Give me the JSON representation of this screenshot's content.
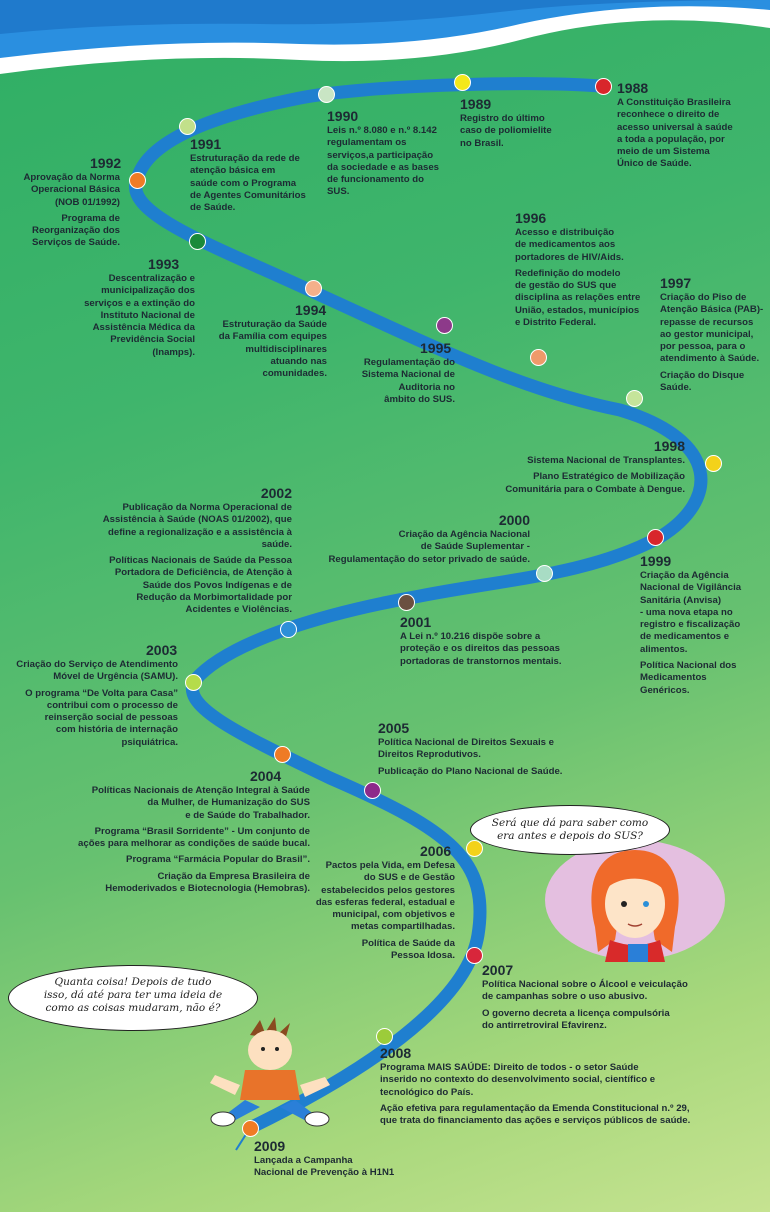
{
  "colors": {
    "track": "#1f7fcf",
    "sky": "#2a8fe0",
    "header": "#ffffff"
  },
  "events": [
    {
      "id": "1988",
      "year": "1988",
      "lines": [
        "A Constituição Brasileira\nreconhece o direito de\nacesso universal à saúde\na toda a população, por\nmeio de um Sistema\nÚnico de Saúde."
      ]
    },
    {
      "id": "1989",
      "year": "1989",
      "lines": [
        "Registro do último\ncaso de poliomielite\nno Brasil."
      ]
    },
    {
      "id": "1990",
      "year": "1990",
      "lines": [
        "Leis n.º 8.080 e n.º 8.142\nregulamentam os\nserviços,a participação\nda sociedade e as bases\nde funcionamento do\nSUS."
      ]
    },
    {
      "id": "1991",
      "year": "1991",
      "lines": [
        "Estruturação da rede de\natenção básica em\nsaúde com o Programa\nde Agentes Comunitários\nde Saúde."
      ]
    },
    {
      "id": "1992",
      "year": "1992",
      "lines": [
        "Aprovação da Norma\nOperacional Básica\n(NOB 01/1992)",
        "Programa de\nReorganização dos\nServiços de Saúde."
      ]
    },
    {
      "id": "1993",
      "year": "1993",
      "lines": [
        "Descentralização e\nmunicipalização dos\nserviços e a extinção do\nInstituto Nacional de\nAssistência Médica da\nPrevidência Social\n(Inamps)."
      ]
    },
    {
      "id": "1994",
      "year": "1994",
      "lines": [
        "Estruturação da Saúde\nda Família com equipes\nmultidisciplinares\natuando nas\ncomunidades."
      ]
    },
    {
      "id": "1995",
      "year": "1995",
      "lines": [
        "Regulamentação do\nSistema Nacional de\nAuditoria no\nâmbito do SUS."
      ]
    },
    {
      "id": "1996",
      "year": "1996",
      "lines": [
        "Acesso e distribuição\nde medicamentos aos\nportadores de HIV/Aids.",
        "Redefinição do modelo\nde gestão do SUS que\ndisciplina as relações entre\nUnião, estados, municípios\ne Distrito Federal."
      ]
    },
    {
      "id": "1997",
      "year": "1997",
      "lines": [
        "Criação do Piso de\nAtenção Básica (PAB)-\nrepasse de recursos\nao gestor municipal,\npor pessoa, para o\natendimento à Saúde.",
        "Criação do Disque\nSaúde."
      ]
    },
    {
      "id": "1998",
      "year": "1998",
      "lines": [
        "Sistema Nacional de Transplantes.",
        "Plano Estratégico de Mobilização\nComunitária para o Combate à Dengue."
      ]
    },
    {
      "id": "1999",
      "year": "1999",
      "lines": [
        "Criação da Agência\nNacional de Vigilância\nSanitária (Anvisa)\n- uma nova etapa no\nregistro e fiscalização\nde medicamentos e\nalimentos.",
        "Política Nacional dos\nMedicamentos\nGenéricos."
      ]
    },
    {
      "id": "2000",
      "year": "2000",
      "lines": [
        "Criação da Agência Nacional\nde Saúde Suplementar -\nRegulamentação do setor privado de saúde."
      ]
    },
    {
      "id": "2001",
      "year": "2001",
      "lines": [
        "A Lei n.º 10.216 dispõe sobre a\nproteção e os direitos das pessoas\nportadoras de transtornos mentais."
      ]
    },
    {
      "id": "2002",
      "year": "2002",
      "lines": [
        "Publicação da Norma Operacional de\nAssistência à Saúde (NOAS 01/2002), que\ndefine a regionalização e a assistência à saúde.",
        "Políticas Nacionais de Saúde da Pessoa\nPortadora de Deficiência, de Atenção à\nSaúde dos Povos Indígenas e de\nRedução da Morbimortalidade por\nAcidentes e Violências."
      ]
    },
    {
      "id": "2003",
      "year": "2003",
      "lines": [
        "Criação do Serviço de Atendimento\nMóvel de Urgência (SAMU).",
        "O programa “De Volta para Casa”\ncontribui com o processo de\nreinserção social de pessoas\ncom história de internação\npsiquiátrica."
      ]
    },
    {
      "id": "2004",
      "year": "2004",
      "lines": [
        "Políticas Nacionais de Atenção Integral à Saúde\nda Mulher, de Humanização do SUS\ne de Saúde do Trabalhador.",
        "Programa “Brasil Sorridente” - Um conjunto de\nações para melhorar as condições de saúde bucal.",
        "Programa “Farmácia Popular do Brasil”.",
        "Criação da Empresa Brasileira de\nHemoderivados e Biotecnologia (Hemobras)."
      ]
    },
    {
      "id": "2005",
      "year": "2005",
      "lines": [
        "Política Nacional de Direitos Sexuais e\nDireitos Reprodutivos.",
        "Publicação do Plano Nacional de Saúde."
      ]
    },
    {
      "id": "2006",
      "year": "2006",
      "lines": [
        "Pactos pela Vida, em Defesa\ndo SUS e de Gestão\nestabelecidos pelos gestores\ndas esferas federal, estadual e\nmunicipal, com objetivos e\nmetas compartilhadas.",
        "Política de Saúde da\nPessoa Idosa."
      ]
    },
    {
      "id": "2007",
      "year": "2007",
      "lines": [
        "Política Nacional sobre o Álcool e veiculação\nde campanhas sobre o uso abusivo.",
        "O governo decreta a licença compulsória\ndo antirretroviral Efavirenz."
      ]
    },
    {
      "id": "2008",
      "year": "2008",
      "lines": [
        "Programa MAIS SAÚDE: Direito de todos - o setor Saúde\ninserido no contexto do desenvolvimento social, científico e\ntecnológico do País.",
        "Ação efetiva para regulamentação da Emenda Constitucional n.º 29,\nque trata do financiamento das ações e serviços públicos de saúde."
      ]
    },
    {
      "id": "2009",
      "year": "2009",
      "lines": [
        "Lançada a Campanha\nNacional de Prevenção à H1N1"
      ]
    }
  ],
  "dots": [
    {
      "color": "#d8262b"
    },
    {
      "color": "#f3e81a"
    },
    {
      "color": "#c9e5c4"
    },
    {
      "color": "#c2e08a"
    },
    {
      "color": "#ef7b25"
    },
    {
      "color": "#1a8a3a"
    },
    {
      "color": "#f4b08a"
    },
    {
      "color": "#8d3a8a"
    },
    {
      "color": "#ef9a6a"
    },
    {
      "color": "#c5e49a"
    },
    {
      "color": "#f3d21a"
    },
    {
      "color": "#d8262b"
    },
    {
      "color": "#a8dcc4"
    },
    {
      "color": "#6b5040"
    },
    {
      "color": "#2d8fd8"
    },
    {
      "color": "#b5dc4a"
    },
    {
      "color": "#ef7b25"
    },
    {
      "color": "#8d2a8a"
    },
    {
      "color": "#f3d21a"
    },
    {
      "color": "#d8263b"
    },
    {
      "color": "#9ccc3a"
    },
    {
      "color": "#ef7b25"
    }
  ],
  "girl_bubble": "Será que dá para saber como\nera antes e depois do SUS?",
  "boy_bubble": "Quanta coisa! Depois de tudo\nisso, dá até para ter uma ideia de\ncomo as coisas mudaram, não é?"
}
